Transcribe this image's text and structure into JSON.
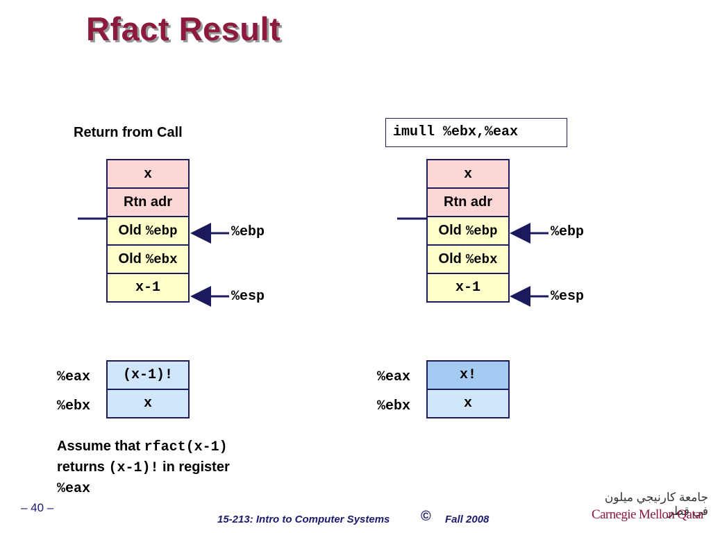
{
  "title": "Rfact Result",
  "left_panel": {
    "heading": "Return from Call",
    "stack": [
      "x",
      "Rtn adr",
      "Old",
      "Old",
      "x-1"
    ],
    "stack_mono": {
      "old_ebp": "%ebp",
      "old_ebx": "%ebx"
    },
    "ebp_label": "%ebp",
    "esp_label": "%esp",
    "registers": [
      {
        "name": "%eax",
        "value": "(x-1)!"
      },
      {
        "name": "%ebx",
        "value": "x"
      }
    ]
  },
  "right_panel": {
    "instruction": "imull %ebx,%eax",
    "stack": [
      "x",
      "Rtn adr",
      "Old",
      "Old",
      "x-1"
    ],
    "stack_mono": {
      "old_ebp": "%ebp",
      "old_ebx": "%ebx"
    },
    "ebp_label": "%ebp",
    "esp_label": "%esp",
    "registers": [
      {
        "name": "%eax",
        "value": "x!"
      },
      {
        "name": "%ebx",
        "value": "x"
      }
    ]
  },
  "note": {
    "p1": "Assume that ",
    "c1": "rfact(x-1)",
    "p2": "returns ",
    "c2": "(x-1)!",
    "p3": " in register",
    "c3": "%eax"
  },
  "footer": {
    "page": "– 40 –",
    "course": "15-213: Intro to Computer Systems",
    "copyright": "©",
    "term": "Fall 2008",
    "logo_en": "Carnegie Mellon Qatar",
    "logo_ar": "جامعة كارنيجي ميلون في قطر"
  },
  "colors": {
    "title": "#8b1a3c",
    "border": "#1a1a5c",
    "pink": "#fdd6d6",
    "yellow": "#ffffcc",
    "light_blue": "#cfe6fb",
    "mid_blue": "#a6cbf2"
  }
}
